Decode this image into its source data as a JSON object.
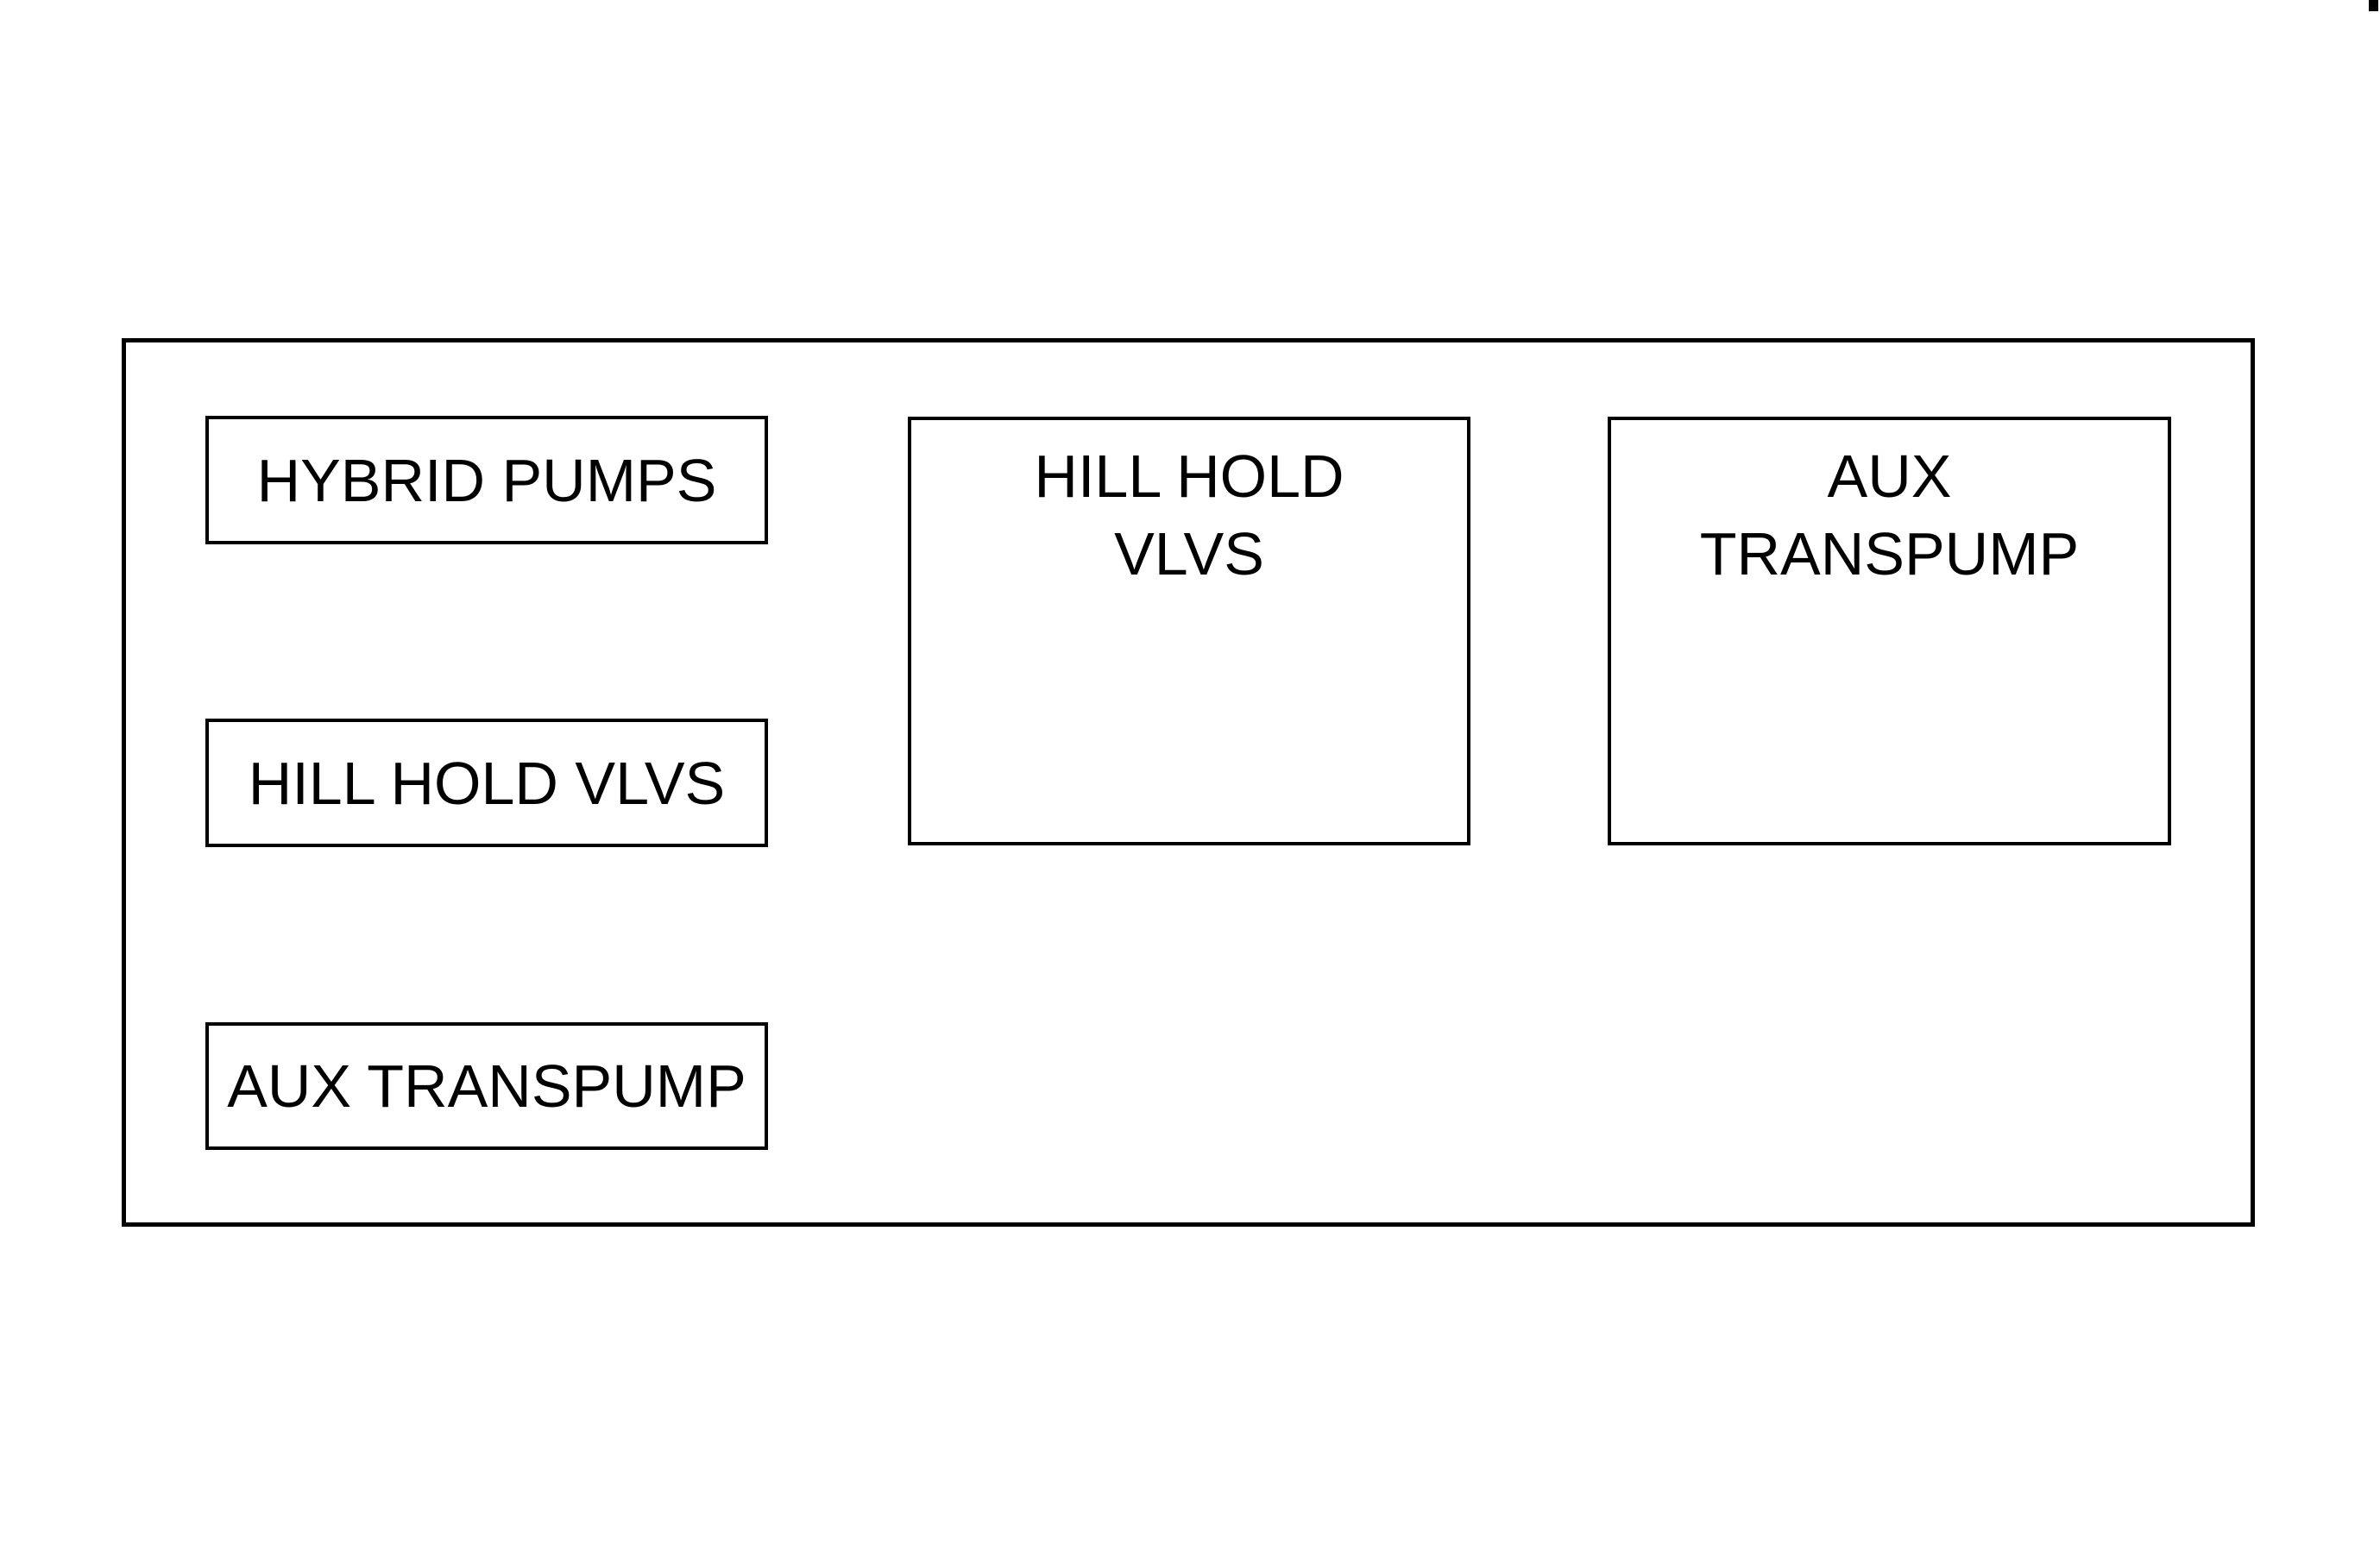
{
  "colors": {
    "ink": "#000000",
    "paper": "#ffffff"
  },
  "diagram": {
    "left_column": [
      {
        "label": "HYBRID PUMPS"
      },
      {
        "label": "HILL HOLD VLVS"
      },
      {
        "label": "AUX TRANSPUMP"
      }
    ],
    "modules": [
      {
        "line1": "HILL HOLD",
        "line2": "VLVS"
      },
      {
        "line1": "AUX",
        "line2": "TRANSPUMP"
      }
    ]
  }
}
